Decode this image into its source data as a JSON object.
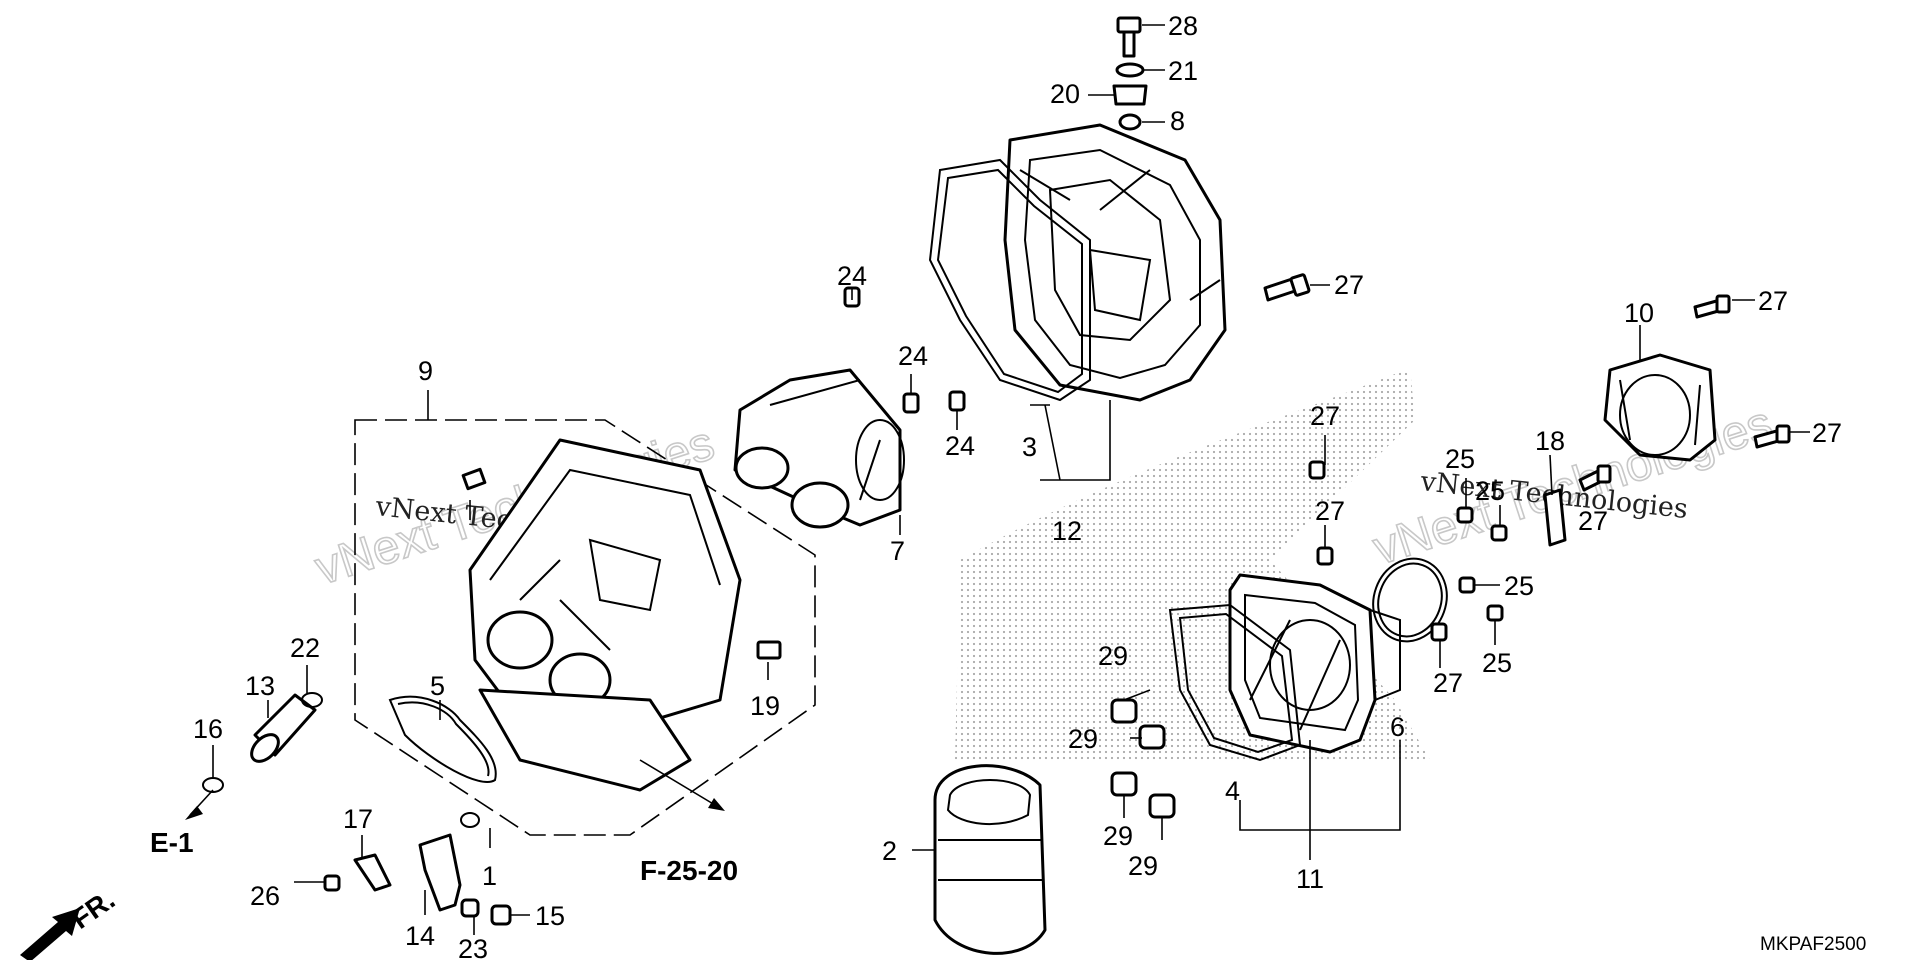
{
  "diagram": {
    "callouts": [
      {
        "id": "c28",
        "text": "28"
      },
      {
        "id": "c21",
        "text": "21"
      },
      {
        "id": "c20",
        "text": "20"
      },
      {
        "id": "c8",
        "text": "8"
      },
      {
        "id": "c24a",
        "text": "24"
      },
      {
        "id": "c24b",
        "text": "24"
      },
      {
        "id": "c24c",
        "text": "24"
      },
      {
        "id": "c27a",
        "text": "27"
      },
      {
        "id": "c27b",
        "text": "27"
      },
      {
        "id": "c27c",
        "text": "27"
      },
      {
        "id": "c27d",
        "text": "27"
      },
      {
        "id": "c27e",
        "text": "27"
      },
      {
        "id": "c27f",
        "text": "27"
      },
      {
        "id": "c27g",
        "text": "27"
      },
      {
        "id": "c10",
        "text": "10"
      },
      {
        "id": "c9",
        "text": "9"
      },
      {
        "id": "c3",
        "text": "3"
      },
      {
        "id": "c12",
        "text": "12"
      },
      {
        "id": "c7",
        "text": "7"
      },
      {
        "id": "c18",
        "text": "18"
      },
      {
        "id": "c25a",
        "text": "25"
      },
      {
        "id": "c25b",
        "text": "25"
      },
      {
        "id": "c25c",
        "text": "25"
      },
      {
        "id": "c25d",
        "text": "25"
      },
      {
        "id": "c19",
        "text": "19"
      },
      {
        "id": "c5",
        "text": "5"
      },
      {
        "id": "c22",
        "text": "22"
      },
      {
        "id": "c13",
        "text": "13"
      },
      {
        "id": "c16",
        "text": "16"
      },
      {
        "id": "c17",
        "text": "17"
      },
      {
        "id": "c1",
        "text": "1"
      },
      {
        "id": "c26",
        "text": "26"
      },
      {
        "id": "c14",
        "text": "14"
      },
      {
        "id": "c23",
        "text": "23"
      },
      {
        "id": "c15",
        "text": "15"
      },
      {
        "id": "c2",
        "text": "2"
      },
      {
        "id": "c29a",
        "text": "29"
      },
      {
        "id": "c29b",
        "text": "29"
      },
      {
        "id": "c29c",
        "text": "29"
      },
      {
        "id": "c29d",
        "text": "29"
      },
      {
        "id": "c4",
        "text": "4"
      },
      {
        "id": "c11",
        "text": "11"
      },
      {
        "id": "c6",
        "text": "6"
      }
    ],
    "references": {
      "e1": "E-1",
      "f2520": "F-25-20",
      "front": "FR."
    },
    "code": "MKPAF2500",
    "watermarks": {
      "outline": "vNext Technologies",
      "plain": "vNext Technologies"
    }
  }
}
